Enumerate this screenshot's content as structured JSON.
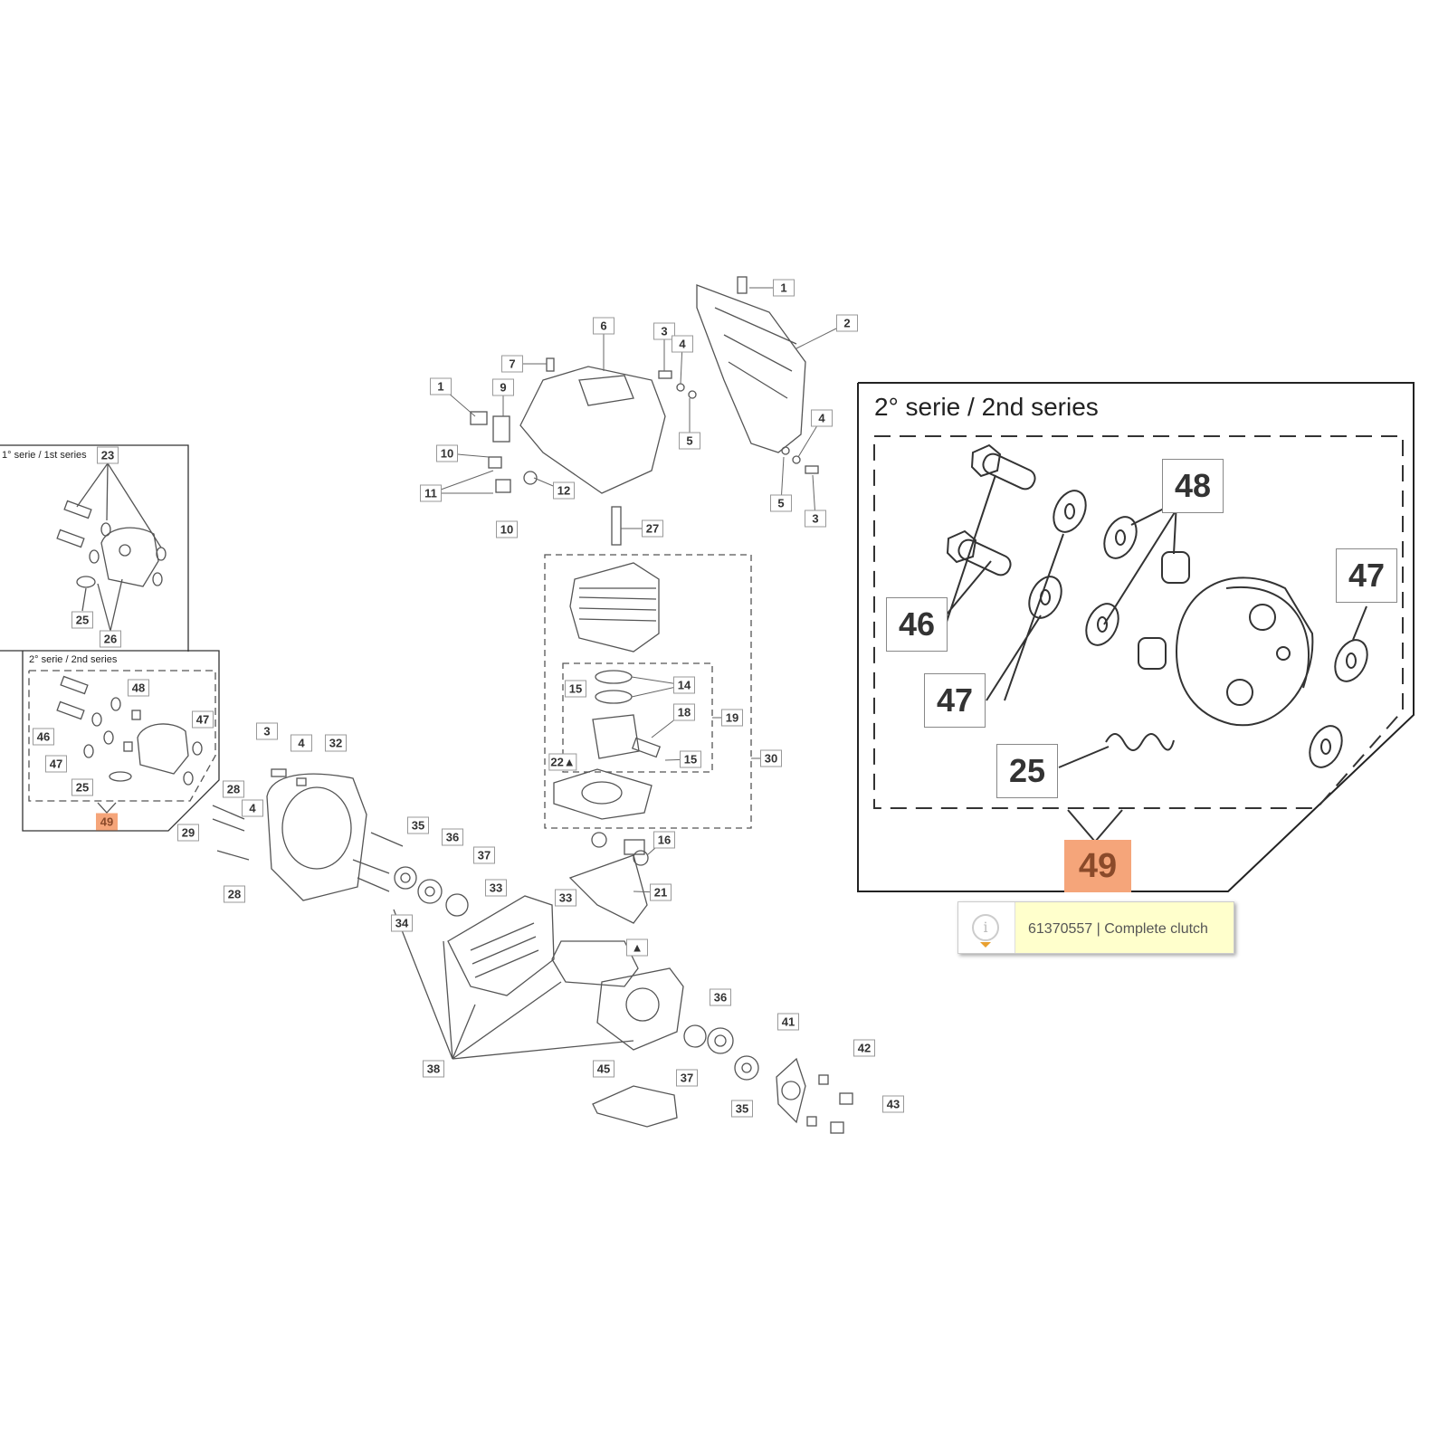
{
  "insets": {
    "first_series_title": "1° serie / 1st series",
    "second_series_title_small": "2° serie / 2nd series",
    "second_series_title_large": "2° serie / 2nd series"
  },
  "callouts": {
    "main": [
      "1",
      "2",
      "3",
      "4",
      "6",
      "7",
      "9",
      "1",
      "10",
      "11",
      "12",
      "10",
      "5",
      "4",
      "5",
      "3",
      "27",
      "14",
      "15",
      "18",
      "19",
      "15",
      "22▲",
      "30",
      "16",
      "21",
      "3",
      "4",
      "32",
      "28",
      "4",
      "29",
      "28",
      "35",
      "36",
      "37",
      "33",
      "33",
      "34",
      "▲",
      "36",
      "41",
      "42",
      "43",
      "45",
      "37",
      "35",
      "38"
    ],
    "inset_first": [
      "23",
      "25",
      "26"
    ],
    "inset_second_small": [
      "48",
      "47",
      "46",
      "47",
      "25",
      "49"
    ],
    "inset_second_large": [
      "48",
      "47",
      "46",
      "47",
      "25",
      "49"
    ]
  },
  "tooltip": {
    "icon": "info-icon",
    "text": "61370557 | Complete clutch"
  },
  "colors": {
    "highlight": "#f5a57a",
    "tooltip_bg": "#ffffcc"
  }
}
